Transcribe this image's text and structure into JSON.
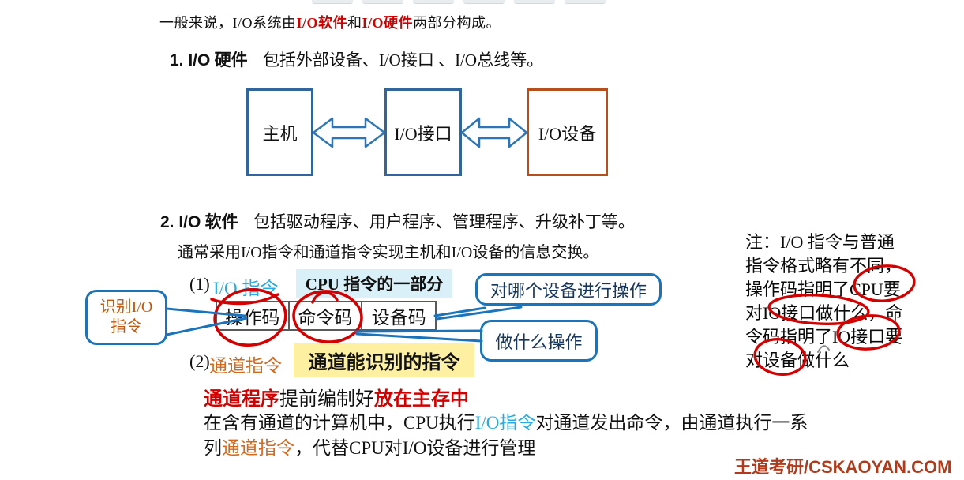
{
  "slide": {
    "intro": {
      "pre": "一般来说，I/O系统由",
      "software": "I/O软件",
      "and": "和",
      "hardware": "I/O硬件",
      "post": "两部分构成。"
    },
    "hardware_heading": {
      "num": "1. I/O",
      "word": "硬件",
      "desc": "包括外部设备、I/O接口 、I/O总线等。"
    },
    "diagram": {
      "host": "主机",
      "interface": "I/O接口",
      "device": "I/O设备",
      "arrow": "double-arrow"
    },
    "software_heading": {
      "num": "2. I/O",
      "word": "软件",
      "desc": "包括驱动程序、用户程序、管理程序、升级补丁等。"
    },
    "software_line": "通常采用I/O指令和通道指令实现主机和I/O设备的信息交换。",
    "io_instruction": {
      "index": "(1)",
      "label": "I/O 指令",
      "note": "CPU 指令的一部分",
      "fields": [
        "操作码",
        "命令码",
        "设备码"
      ],
      "bubble_identify": "识别I/O\n指令",
      "bubble_device": "对哪个设备进行操作",
      "bubble_action": "做什么操作"
    },
    "channel_instruction": {
      "index": "(2)",
      "label": "通道指令",
      "note": "通道能识别的指令"
    },
    "channel_program": {
      "red1": "通道程序",
      "black": "提前编制好",
      "red2": "放在主存中"
    },
    "paragraph": {
      "l1a": "在含有通道的计算机中，CPU执行",
      "l1b": "I/O指令",
      "l1c": "对通道发出命令，由通道执行一系",
      "l2a": "列",
      "l2b": "通道指令",
      "l2c": "，代替CPU对I/O设备进行管理"
    },
    "side_note": "注：I/O 指令与普通\n指令格式略有不同，\n操作码指明了CPU要\n对IO接口做什么，命\n令码指明了IO接口要\n对设备做什么",
    "watermark": "王道考研/CSKAOYAN.COM"
  },
  "colors": {
    "red_text": "#d00000",
    "cyan_text": "#29abe2",
    "orange_text": "#d2691e",
    "bubble_border_blue": "#1a74bc",
    "bubble_text_blue": "#17365d",
    "bubble_text_orange": "#c05a11",
    "diagram_box_blue": "#31659c",
    "diagram_box_brown": "#b5501e",
    "highlight_blue": "#d9f0f8",
    "highlight_yellow": "#fdf0a0",
    "annotation_red": "#d40000",
    "watermark_red": "#b23a1a"
  }
}
